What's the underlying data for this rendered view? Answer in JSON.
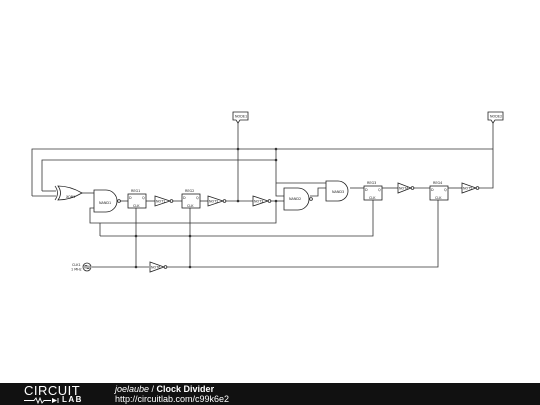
{
  "diagram": {
    "nodes": {
      "node1": "NODE1",
      "node2": "NODE2"
    },
    "gates": {
      "xor": "XOR1",
      "nand1": "NAND1",
      "nand2": "NAND2",
      "nand3": "NAND3",
      "not1": "NOT1",
      "not2": "NOT2",
      "not3": "NOT3",
      "not4": "NOT4",
      "not5": "NOT5",
      "not6": "NOT6"
    },
    "registers": {
      "reg1": "REG1",
      "reg2": "REG2",
      "reg3": "REG3",
      "reg4": "REG4",
      "pin_d": "D",
      "pin_q": "Q",
      "pin_clk": "CLK"
    },
    "clock": {
      "name": "CLK1",
      "freq": "1 MHz"
    }
  },
  "footer": {
    "logo_top": "CIRCUIT",
    "logo_bottom": "LAB",
    "author": "joelaube",
    "separator": " / ",
    "title": "Clock Divider",
    "url": "http://circuitlab.com/c99k6e2"
  }
}
